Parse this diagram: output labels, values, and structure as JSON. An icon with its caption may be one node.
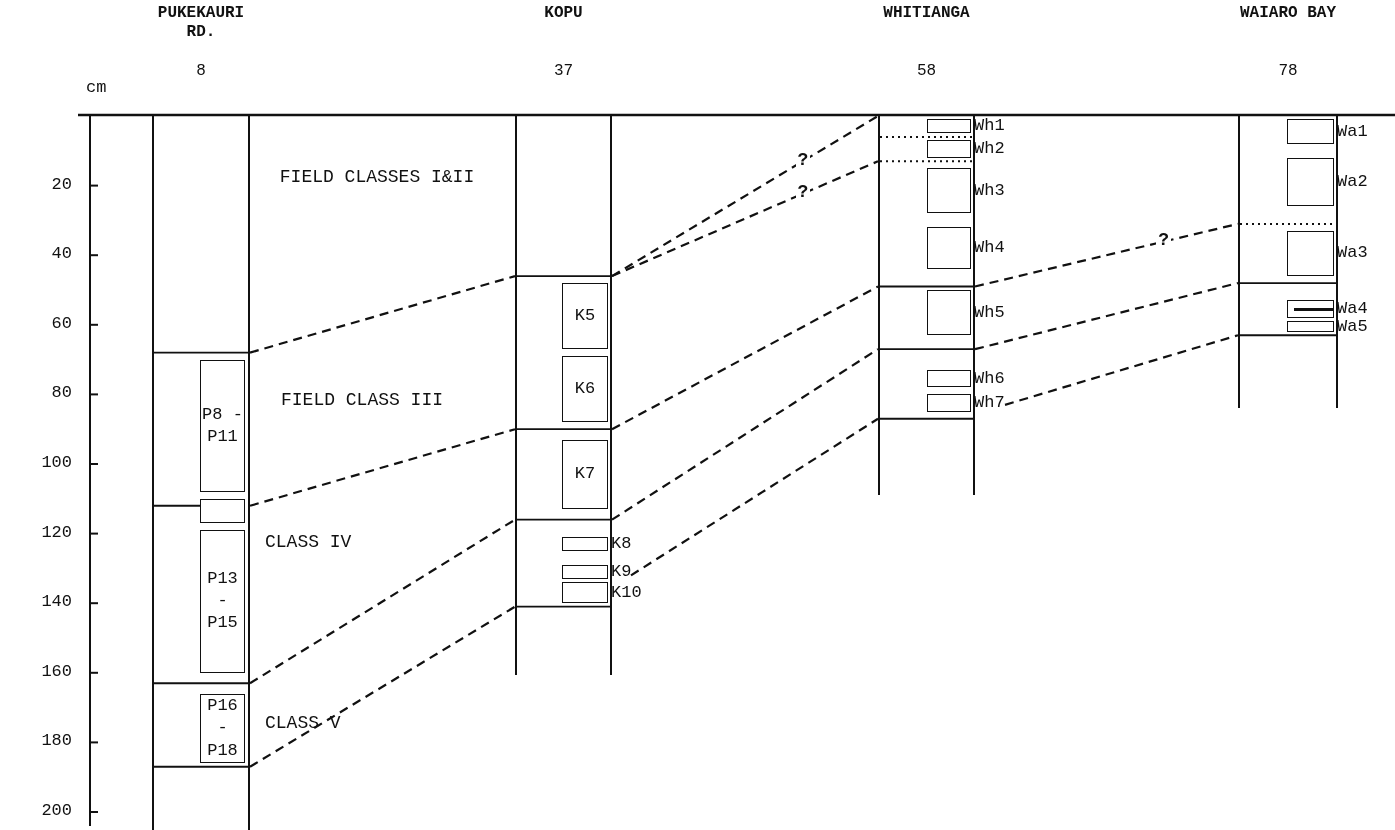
{
  "diagram": {
    "nodes": [
      {
        "text": [
          "PUKEKAURI RD.",
          "8"
        ]
      },
      {
        "text": [
          "P8 - P11"
        ],
        "in": 0
      },
      {
        "text": [],
        "shape": "box",
        "in": 0
      },
      {
        "text": [
          "P13 - P15"
        ],
        "in": 0
      },
      {
        "text": [
          "P16 - P18"
        ],
        "in": 0
      },
      {
        "text": [
          "KOPU",
          "37"
        ]
      },
      {
        "text": [
          "K5"
        ],
        "in": 5
      },
      {
        "text": [
          "K6"
        ],
        "in": 5
      },
      {
        "text": [
          "K7"
        ],
        "in": 5
      },
      {
        "text": [],
        "shape": "box",
        "beside": [
          "K8"
        ],
        "in": 5
      },
      {
        "text": [],
        "shape": "box",
        "beside": [
          "K9"
        ],
        "in": 5
      },
      {
        "text": [],
        "shape": "box",
        "beside": [
          "K10"
        ],
        "in": 5
      },
      {
        "text": [
          "WHITIANGA",
          "58"
        ]
      },
      {
        "text": [],
        "shape": "box",
        "beside": [
          "Wh1"
        ],
        "in": 12
      },
      {
        "text": [],
        "shape": "box",
        "beside": [
          "Wh2"
        ],
        "in": 12
      },
      {
        "text": [],
        "shape": "box",
        "beside": [
          "Wh3"
        ],
        "in": 12
      },
      {
        "text": [],
        "shape": "box",
        "beside": [
          "Wh4"
        ],
        "in": 12
      },
      {
        "text": [],
        "shape": "box",
        "beside": [
          "Wh5"
        ],
        "in": 12
      },
      {
        "text": [],
        "shape": "box",
        "beside": [
          "Wh6"
        ],
        "in": 12
      },
      {
        "text": [],
        "shape": "box",
        "beside": [
          "Wh7"
        ],
        "in": 12
      },
      {
        "text": [
          "WAIARO BAY",
          "78"
        ]
      },
      {
        "text": [],
        "shape": "box",
        "beside": [
          "Wa1"
        ],
        "in": 20
      },
      {
        "text": [],
        "shape": "box",
        "beside": [
          "Wa2"
        ],
        "in": 20
      },
      {
        "text": [],
        "shape": "box",
        "beside": [
          "Wa3"
        ],
        "in": 20
      },
      {
        "text": [],
        "shape": "box",
        "beside": [
          "Wa4"
        ],
        "in": 20
      },
      {
        "text": [],
        "shape": "box",
        "beside": [
          "Wa5"
        ],
        "in": 20
      }
    ],
    "edges": [
      {
        "from": 0,
        "to": 5,
        "arrow": "none",
        "style": "dashed"
      },
      {
        "from": 0,
        "to": 5,
        "arrow": "none",
        "style": "dashed"
      },
      {
        "from": 0,
        "to": 5,
        "arrow": "none",
        "style": "dashed"
      },
      {
        "from": 0,
        "to": 5,
        "arrow": "none",
        "style": "dashed"
      },
      {
        "from": 5,
        "to": 12,
        "arrow": "none",
        "style": "dashed",
        "label": "?"
      },
      {
        "from": 5,
        "to": 12,
        "arrow": "none",
        "style": "dashed",
        "label": "?"
      },
      {
        "from": 5,
        "to": 12,
        "arrow": "none",
        "style": "dashed"
      },
      {
        "from": 5,
        "to": 12,
        "arrow": "none",
        "style": "dashed"
      },
      {
        "from": 10,
        "to": 12,
        "arrow": "none",
        "style": "dashed"
      },
      {
        "from": 12,
        "to": 20,
        "arrow": "none",
        "style": "dashed",
        "label": "?"
      },
      {
        "from": 12,
        "to": 20,
        "arrow": "none",
        "style": "dashed"
      },
      {
        "from": 19,
        "to": 20,
        "arrow": "none",
        "style": "dashed"
      }
    ],
    "labels": [
      "cm",
      "20",
      "40",
      "60",
      "80",
      "100",
      "120",
      "140",
      "160",
      "180",
      "200",
      "FIELD CLASSES I&II",
      "FIELD CLASS III",
      "CLASS IV",
      "CLASS V"
    ]
  }
}
